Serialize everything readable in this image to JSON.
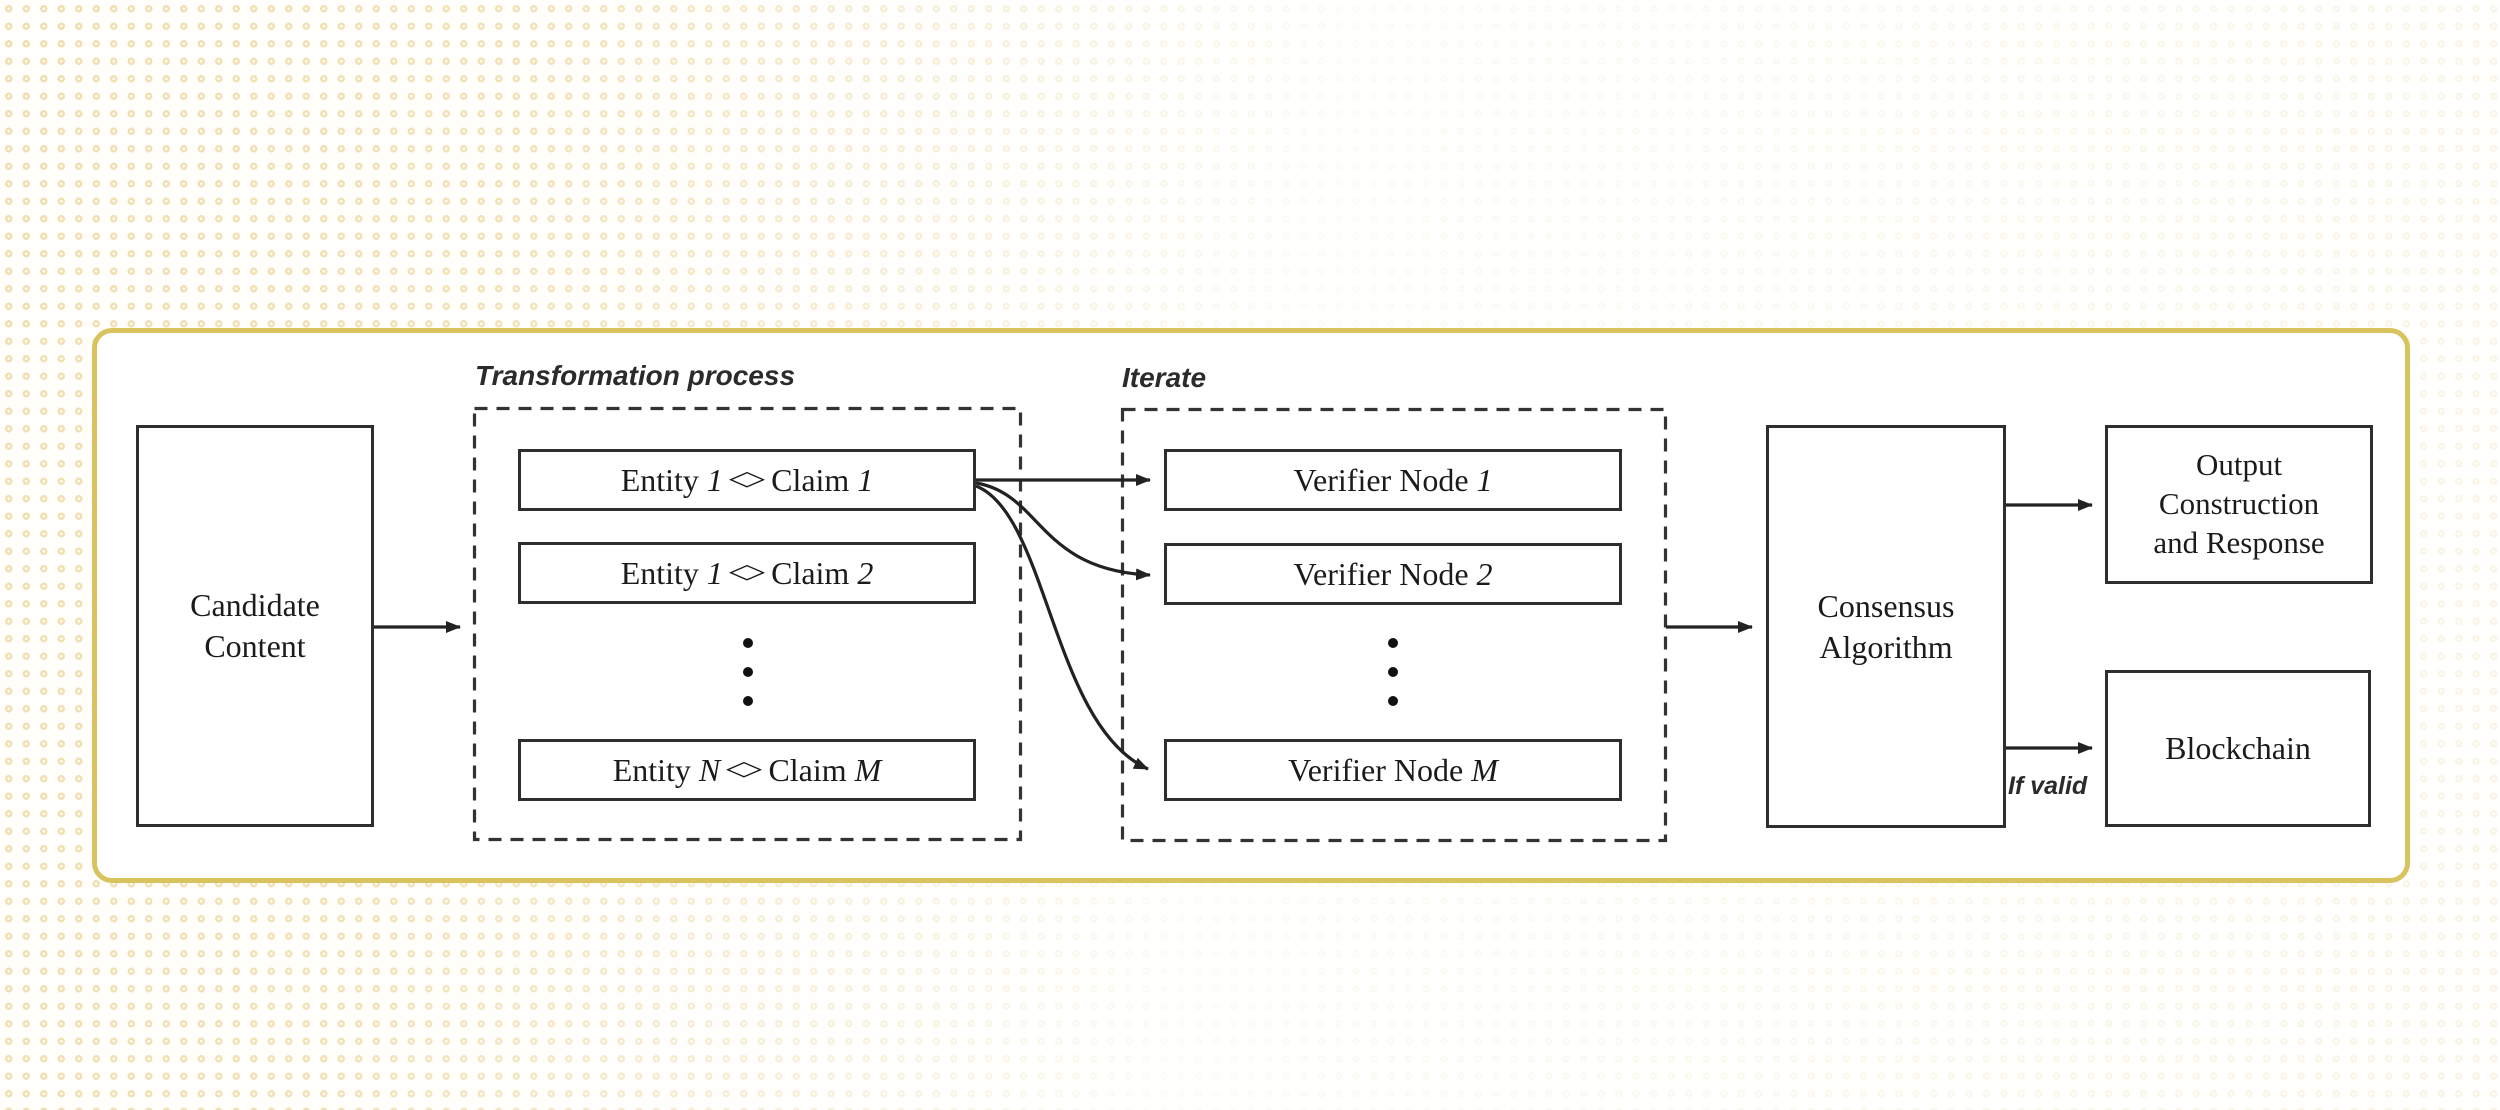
{
  "colors": {
    "accent_border": "#d9c35e",
    "box_line": "#2e2e2e",
    "arrow": "#222222"
  },
  "labels": {
    "transformation": "Transformation process",
    "iterate": "Iterate",
    "if_valid": "If valid",
    "diamond": "◇"
  },
  "boxes": {
    "candidate": {
      "lines": [
        "Candidate",
        "Content"
      ]
    },
    "consensus": {
      "lines": [
        "Consensus",
        "Algorithm"
      ]
    },
    "output": {
      "lines": [
        "Output",
        "Construction",
        "and Response"
      ]
    },
    "blockchain": {
      "lines": [
        "Blockchain"
      ]
    }
  },
  "entity_rows": [
    {
      "prefix": "Entity",
      "prefix_num": "1",
      "suffix": "Claim",
      "suffix_num": "1"
    },
    {
      "prefix": "Entity",
      "prefix_num": "1",
      "suffix": "Claim",
      "suffix_num": "2"
    },
    {
      "prefix": "Entity",
      "prefix_num": "N",
      "suffix": "Claim",
      "suffix_num": "M"
    }
  ],
  "verifier_rows": [
    {
      "label": "Verifier Node",
      "num": "1"
    },
    {
      "label": "Verifier Node",
      "num": "2"
    },
    {
      "label": "Verifier Node",
      "num": "M"
    }
  ]
}
